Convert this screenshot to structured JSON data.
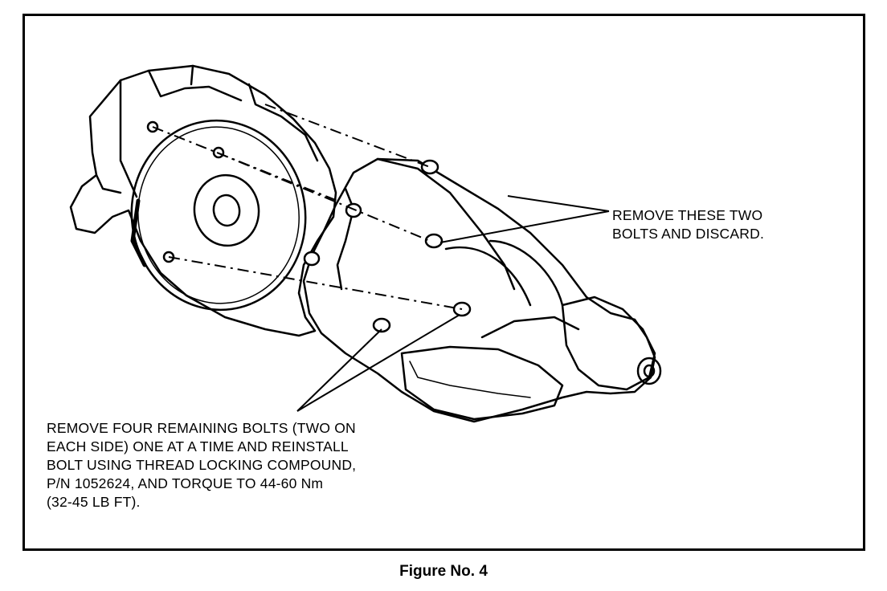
{
  "callouts": {
    "remove_discard": "REMOVE THESE TWO\nBOLTS AND DISCARD.",
    "remove_reinstall": "REMOVE FOUR REMAINING BOLTS (TWO ON\nEACH SIDE) ONE AT A TIME AND REINSTALL\nBOLT USING THREAD LOCKING COMPOUND,\nP/N 1052624, AND TORQUE TO 44-60 Nm\n(32-45 LB FT)."
  },
  "caption": "Figure No. 4",
  "colors": {
    "ink": "#000000",
    "paper": "#ffffff"
  }
}
